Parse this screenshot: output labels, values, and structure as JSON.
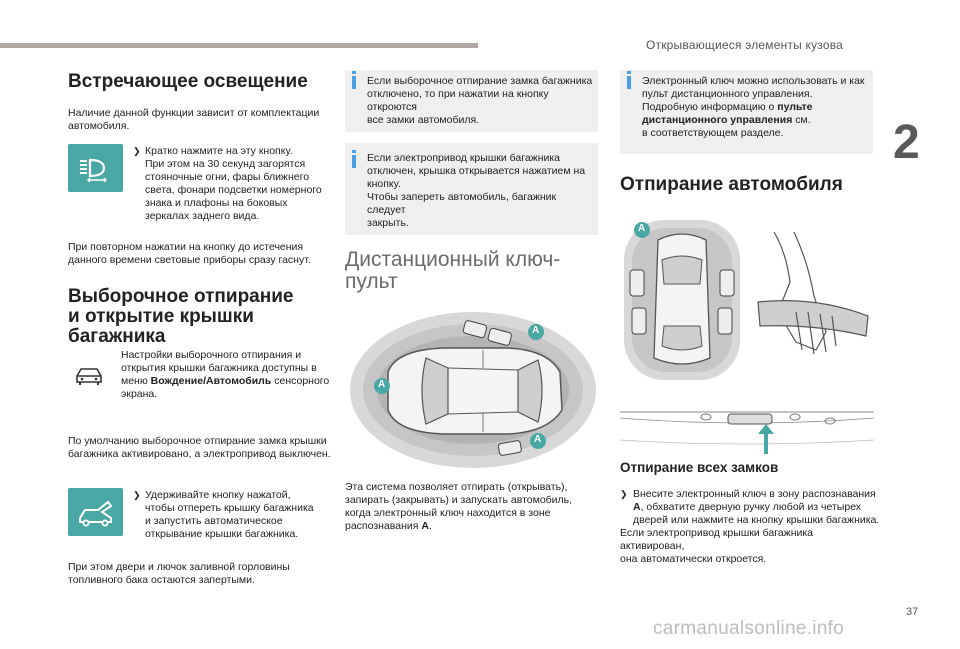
{
  "header": {
    "section": "Открывающиеся элементы кузова",
    "chapter": "2",
    "page": "37",
    "watermark": "carmanualsonline.info"
  },
  "left": {
    "welcome_title": "Встречающее освещение",
    "welcome_intro": "Наличие данной функции зависит от комплектации автомобиля.",
    "welcome_step_1": "Кратко нажмите на эту кнопку.",
    "welcome_step_2": "При этом на 30 секунд загорятся",
    "welcome_step_3": "стояночные огни, фары ближнего",
    "welcome_step_4": "света, фонари подсветки номерного",
    "welcome_step_5": "знака и плафоны на боковых",
    "welcome_step_6": "зеркалах заднего вида.",
    "welcome_note_1": "При повторном нажатии на кнопку до истечения",
    "welcome_note_2": "данного времени световые приборы сразу гаснут.",
    "trunk_title_1": "Выборочное отпирание",
    "trunk_title_2": "и открытие крышки",
    "trunk_title_3": "багажника",
    "trunk_settings_1": "Настройки выборочного отпирания и",
    "trunk_settings_2": "открытия крышки багажника доступны в",
    "trunk_settings_3a": "меню ",
    "trunk_settings_3b": "Вождение/Автомобиль",
    "trunk_settings_3c": " сенсорного",
    "trunk_settings_4": "экрана.",
    "trunk_default_1": "По умолчанию выборочное отпирание замка крышки",
    "trunk_default_2": "багажника активировано, а электропривод выключен.",
    "trunk_step_1": "Удерживайте кнопку нажатой,",
    "trunk_step_2": "чтобы отпереть крышку багажника",
    "trunk_step_3": "и запустить автоматическое",
    "trunk_step_4": "открывание крышки багажника.",
    "trunk_after_1": "При этом двери и лючок заливной горловины",
    "trunk_after_2": "топливного бака остаются запертыми."
  },
  "middle": {
    "note1_1": "Если выборочное отпирание замка багажника",
    "note1_2": "отключено, то при нажатии на кнопку откроются",
    "note1_3": "все замки автомобиля.",
    "note2_1": "Если электропривод крышки багажника",
    "note2_2": "отключен, крышка открывается нажатием на",
    "note2_3": "кнопку.",
    "note2_4": "Чтобы запереть автомобиль, багажник следует",
    "note2_5": "закрыть.",
    "remote_title_1": "Дистанционный ключ-",
    "remote_title_2": "пульт",
    "marker": "A",
    "remote_desc_1": "Эта система позволяет отпирать (открывать),",
    "remote_desc_2": "запирать (закрывать) и запускать автомобиль,",
    "remote_desc_3": "когда электронный ключ находится в зоне",
    "remote_desc_4a": "распознавания ",
    "remote_desc_4b": "A",
    "remote_desc_4c": "."
  },
  "right": {
    "note_1": "Электронный ключ можно использовать и как",
    "note_2": "пульт дистанционного управления.",
    "note_3a": "Подробную информацию о ",
    "note_3b": "пульте",
    "note_4a": "дистанционного управления",
    "note_4b": " см.",
    "note_5": "в соответствующем разделе.",
    "unlock_title": "Отпирание автомобиля",
    "unlock_all_title": "Отпирание всех замков",
    "unlock_step_1": "Внесите электронный ключ в зону распознавания",
    "unlock_step_2a": "A",
    "unlock_step_2b": ", обхватите дверную ручку любой из четырех",
    "unlock_step_3": "дверей или нажмите на кнопку крышки багажника.",
    "unlock_after_1": "Если электропривод крышки багажника активирован,",
    "unlock_after_2": "она автоматически откроется."
  },
  "colors": {
    "accent": "#4aa8a4",
    "note_bg": "#efefef",
    "info_bar": "#4a9fe0",
    "topbar": "#b3a9a4"
  },
  "icons": [
    "headlamp-icon",
    "car-settings-icon",
    "car-trunk-open-icon",
    "info-icon",
    "arrow-up-icon"
  ]
}
